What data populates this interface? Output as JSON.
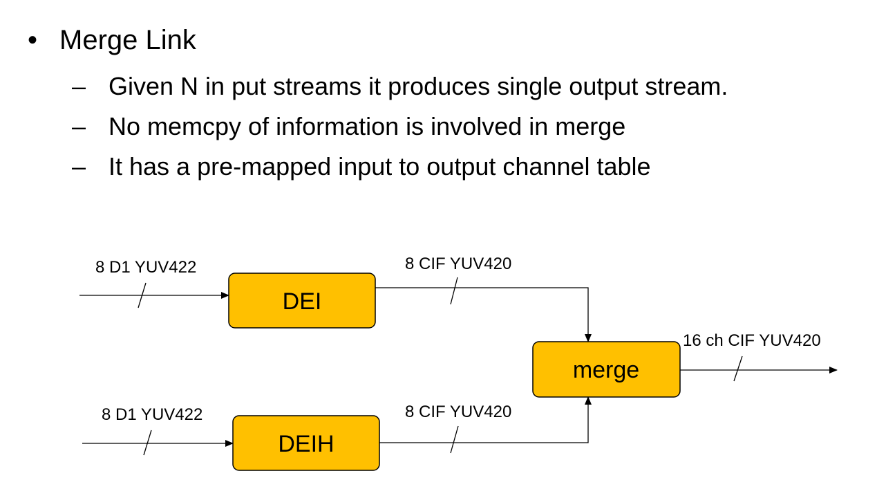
{
  "slide": {
    "heading": {
      "bullet": "•",
      "text": "Merge Link"
    },
    "points": [
      {
        "dash": "–",
        "text": "Given N in put streams it produces single output stream."
      },
      {
        "dash": "–",
        "text": "No memcpy of information is involved in merge"
      },
      {
        "dash": "–",
        "text": "It has a pre-mapped input  to output channel table"
      }
    ]
  },
  "diagram": {
    "colors": {
      "box_fill": "#FFC000",
      "box_stroke": "#000000",
      "line": "#000000"
    },
    "nodes": {
      "dei": "DEI",
      "deih": "DEIH",
      "merge": "merge"
    },
    "edges": {
      "input_top": "8 D1 YUV422",
      "input_bottom": "8 D1 YUV422",
      "dei_to_merge": "8 CIF YUV420",
      "deih_to_merge": "8 CIF YUV420",
      "output": "16 ch CIF YUV420"
    }
  }
}
